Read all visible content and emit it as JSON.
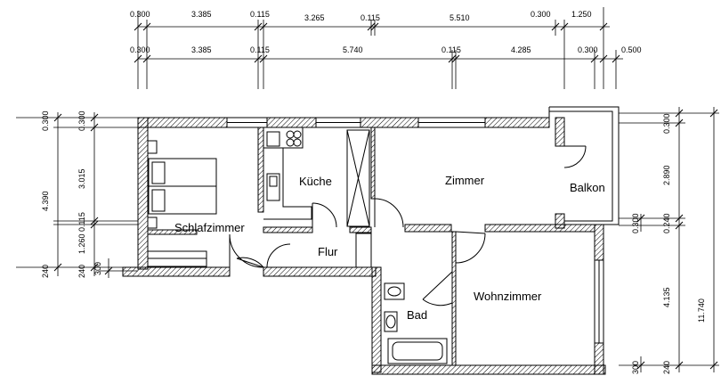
{
  "dimensions": {
    "top_row1": [
      "0.300",
      "3.385",
      "0.115",
      "3.265",
      "0.115",
      "5.510",
      "0.300",
      "1.250"
    ],
    "top_row2": [
      "0.300",
      "3.385",
      "0.115",
      "5.740",
      "0.115",
      "4.285",
      "0.300",
      "0.500"
    ],
    "left_outer": [
      "0.300",
      "4.390",
      "240"
    ],
    "left_inner": [
      "0.300",
      "3.015",
      "0.115",
      "1.260",
      "240"
    ],
    "left_small": [
      "300"
    ],
    "right_inner": [
      "0.300",
      "2.890",
      "0.240",
      "4.135",
      "240"
    ],
    "right_small": [
      "0.300",
      "300"
    ],
    "right_outer": [
      "11.740"
    ]
  },
  "rooms": {
    "schlafzimmer": "Schlafzimmer",
    "kueche": "Küche",
    "zimmer": "Zimmer",
    "balkon": "Balkon",
    "flur": "Flur",
    "bad": "Bad",
    "wohnzimmer": "Wohnzimmer"
  }
}
